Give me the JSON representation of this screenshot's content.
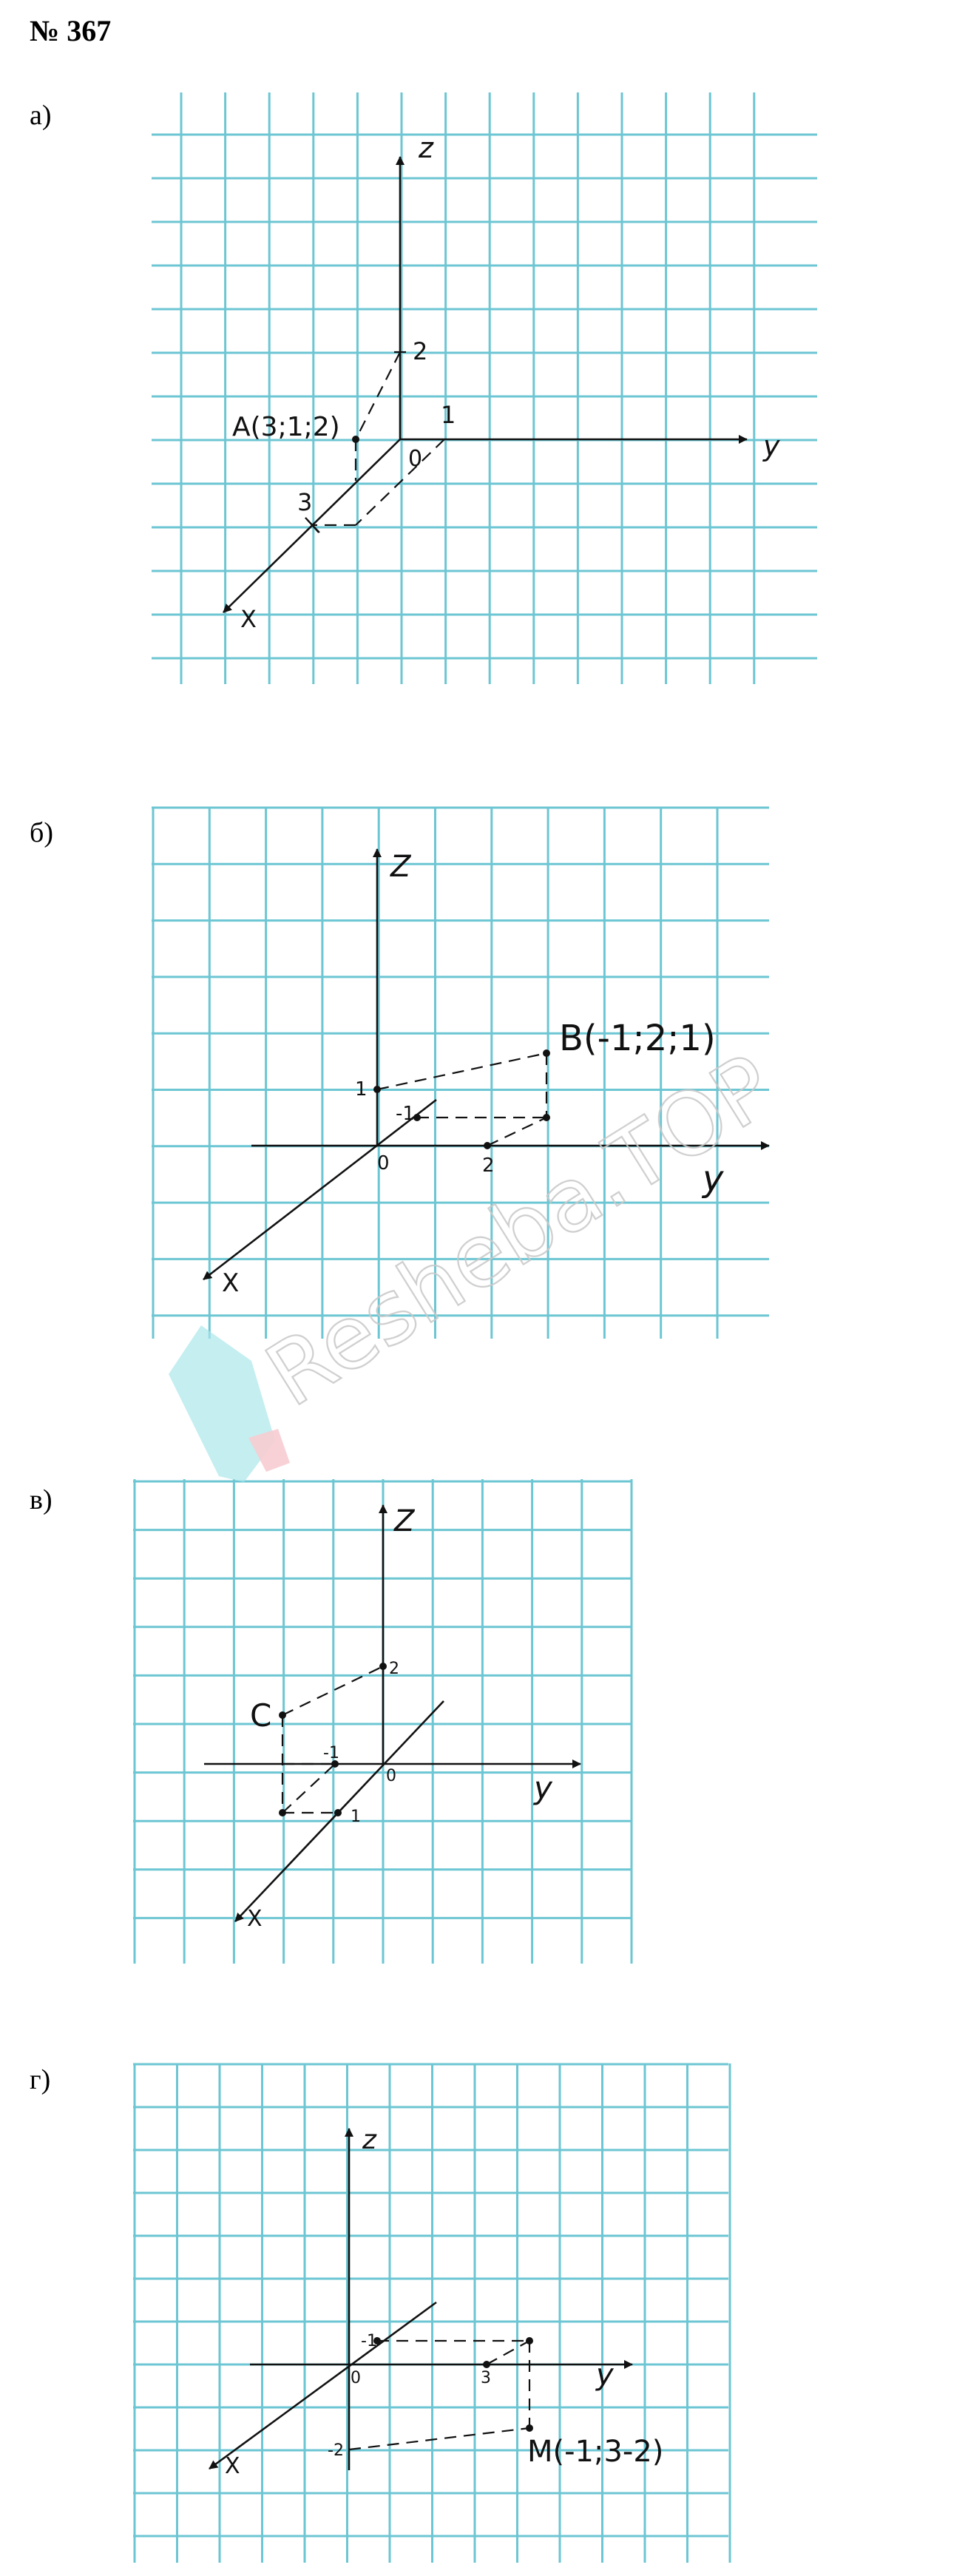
{
  "title": "№ 367",
  "parts": [
    {
      "label": "а)",
      "axes": {
        "x": "X",
        "y": "y",
        "z": "z"
      },
      "origin": "0",
      "ticks": [
        "1",
        "2",
        "3"
      ],
      "point_label": "A(3;1;2)"
    },
    {
      "label": "б)",
      "axes": {
        "x": "X",
        "y": "y",
        "z": "Z"
      },
      "origin": "0",
      "ticks": [
        "1",
        "-1",
        "2"
      ],
      "point_label": "B(-1;2;1)"
    },
    {
      "label": "в)",
      "axes": {
        "x": "X",
        "y": "y",
        "z": "Z"
      },
      "origin": "0",
      "ticks": [
        "2",
        "-1",
        "1"
      ],
      "point_label": "C"
    },
    {
      "label": "г)",
      "axes": {
        "x": "X",
        "y": "y",
        "z": "z"
      },
      "origin": "0",
      "ticks": [
        "-1",
        "3",
        "-2"
      ],
      "point_label": "M(-1;3-2)"
    }
  ],
  "watermark": "Resheba.TOP",
  "colors": {
    "grid": "#6cc6d3",
    "ink": "#111111",
    "watermark_cyan": "#a8e6ea",
    "watermark_pink": "#f6c6cc"
  }
}
